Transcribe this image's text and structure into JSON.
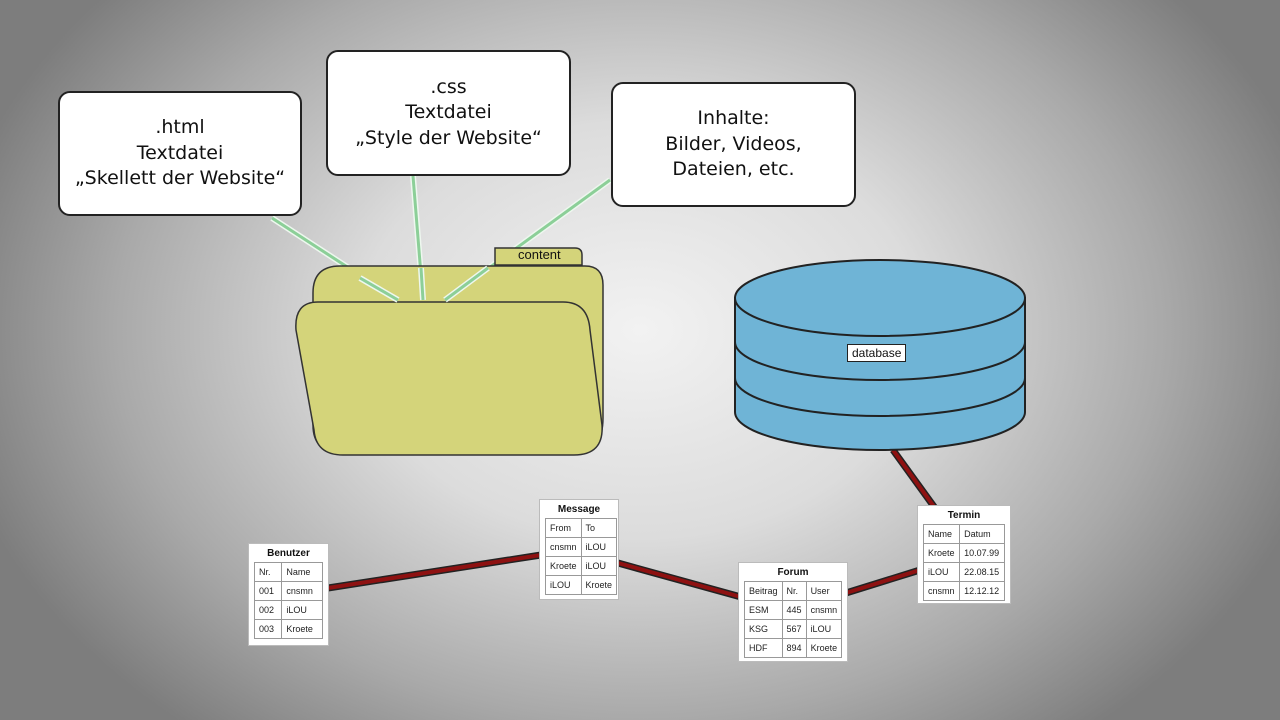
{
  "callouts": {
    "html": {
      "lines": [
        ".html",
        "Textdatei",
        "„Skellett der Website“"
      ]
    },
    "css": {
      "lines": [
        ".css",
        "Textdatei",
        "„Style der Website“"
      ]
    },
    "content": {
      "lines": [
        "Inhalte:",
        "Bilder, Videos,",
        "Dateien, etc."
      ]
    }
  },
  "folder": {
    "label": "content",
    "color": "#d4d47a"
  },
  "database": {
    "label": "database",
    "color": "#6fb4d6"
  },
  "tables": {
    "benutzer": {
      "title": "Benutzer",
      "headers": [
        "Nr.",
        "Name"
      ],
      "rows": [
        [
          "001",
          "cnsmn"
        ],
        [
          "002",
          "iLOU"
        ],
        [
          "003",
          "Kroete"
        ]
      ]
    },
    "message": {
      "title": "Message",
      "headers": [
        "From",
        "To"
      ],
      "rows": [
        [
          "cnsmn",
          "iLOU"
        ],
        [
          "Kroete",
          "iLOU"
        ],
        [
          "iLOU",
          "Kroete"
        ]
      ]
    },
    "forum": {
      "title": "Forum",
      "headers": [
        "Beitrag",
        "Nr.",
        "User"
      ],
      "rows": [
        [
          "ESM",
          "445",
          "cnsmn"
        ],
        [
          "KSG",
          "567",
          "iLOU"
        ],
        [
          "HDF",
          "894",
          "Kroete"
        ]
      ]
    },
    "termin": {
      "title": "Termin",
      "headers": [
        "Name",
        "Datum"
      ],
      "rows": [
        [
          "Kroete",
          "10.07.99"
        ],
        [
          "iLOU",
          "22.08.15"
        ],
        [
          "cnsmn",
          "12.12.12"
        ]
      ]
    }
  },
  "colors": {
    "green_link": "#8ccf98",
    "red_link": "#8e1111"
  }
}
